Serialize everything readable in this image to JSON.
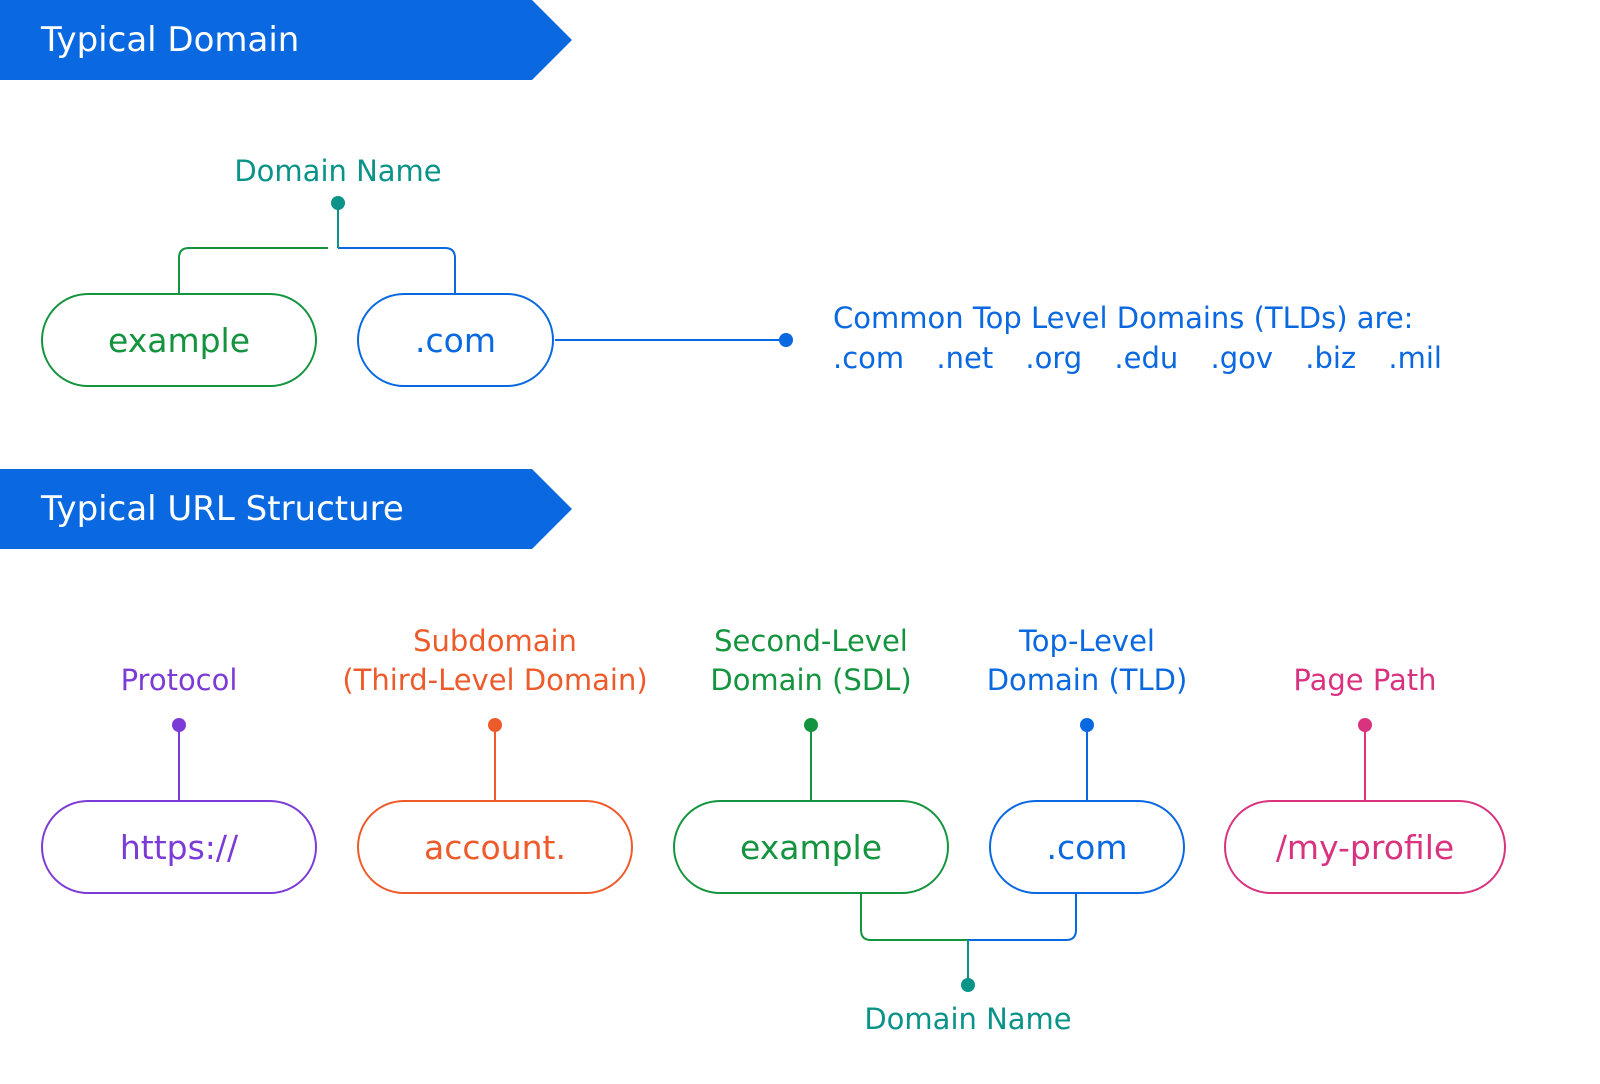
{
  "sections": {
    "domain": {
      "title": "Typical Domain",
      "label_domain_name": "Domain Name",
      "pill_sld": "example",
      "pill_tld": ".com",
      "tld_heading": "Common Top Level Domains (TLDs) are:",
      "tlds": [
        ".com",
        ".net",
        ".org",
        ".edu",
        ".gov",
        ".biz",
        ".mil"
      ]
    },
    "url": {
      "title": "Typical URL Structure",
      "protocol": {
        "label": [
          "Protocol"
        ],
        "value": "https://"
      },
      "subdomain": {
        "label": [
          "Subdomain",
          "(Third-Level Domain)"
        ],
        "value": "account."
      },
      "sld": {
        "label": [
          "Second-Level",
          "Domain (SDL)"
        ],
        "value": "example"
      },
      "tld": {
        "label": [
          "Top-Level",
          "Domain (TLD)"
        ],
        "value": ".com"
      },
      "path": {
        "label": [
          "Page Path"
        ],
        "value": "/my-profile"
      },
      "label_domain_name": "Domain Name"
    }
  },
  "colors": {
    "banner": "#0a68e0",
    "teal": "#0a9389",
    "green": "#14943e",
    "blue": "#0a68e0",
    "purple": "#7c3bd6",
    "orange": "#ee5b2b",
    "pink": "#d9337f"
  }
}
